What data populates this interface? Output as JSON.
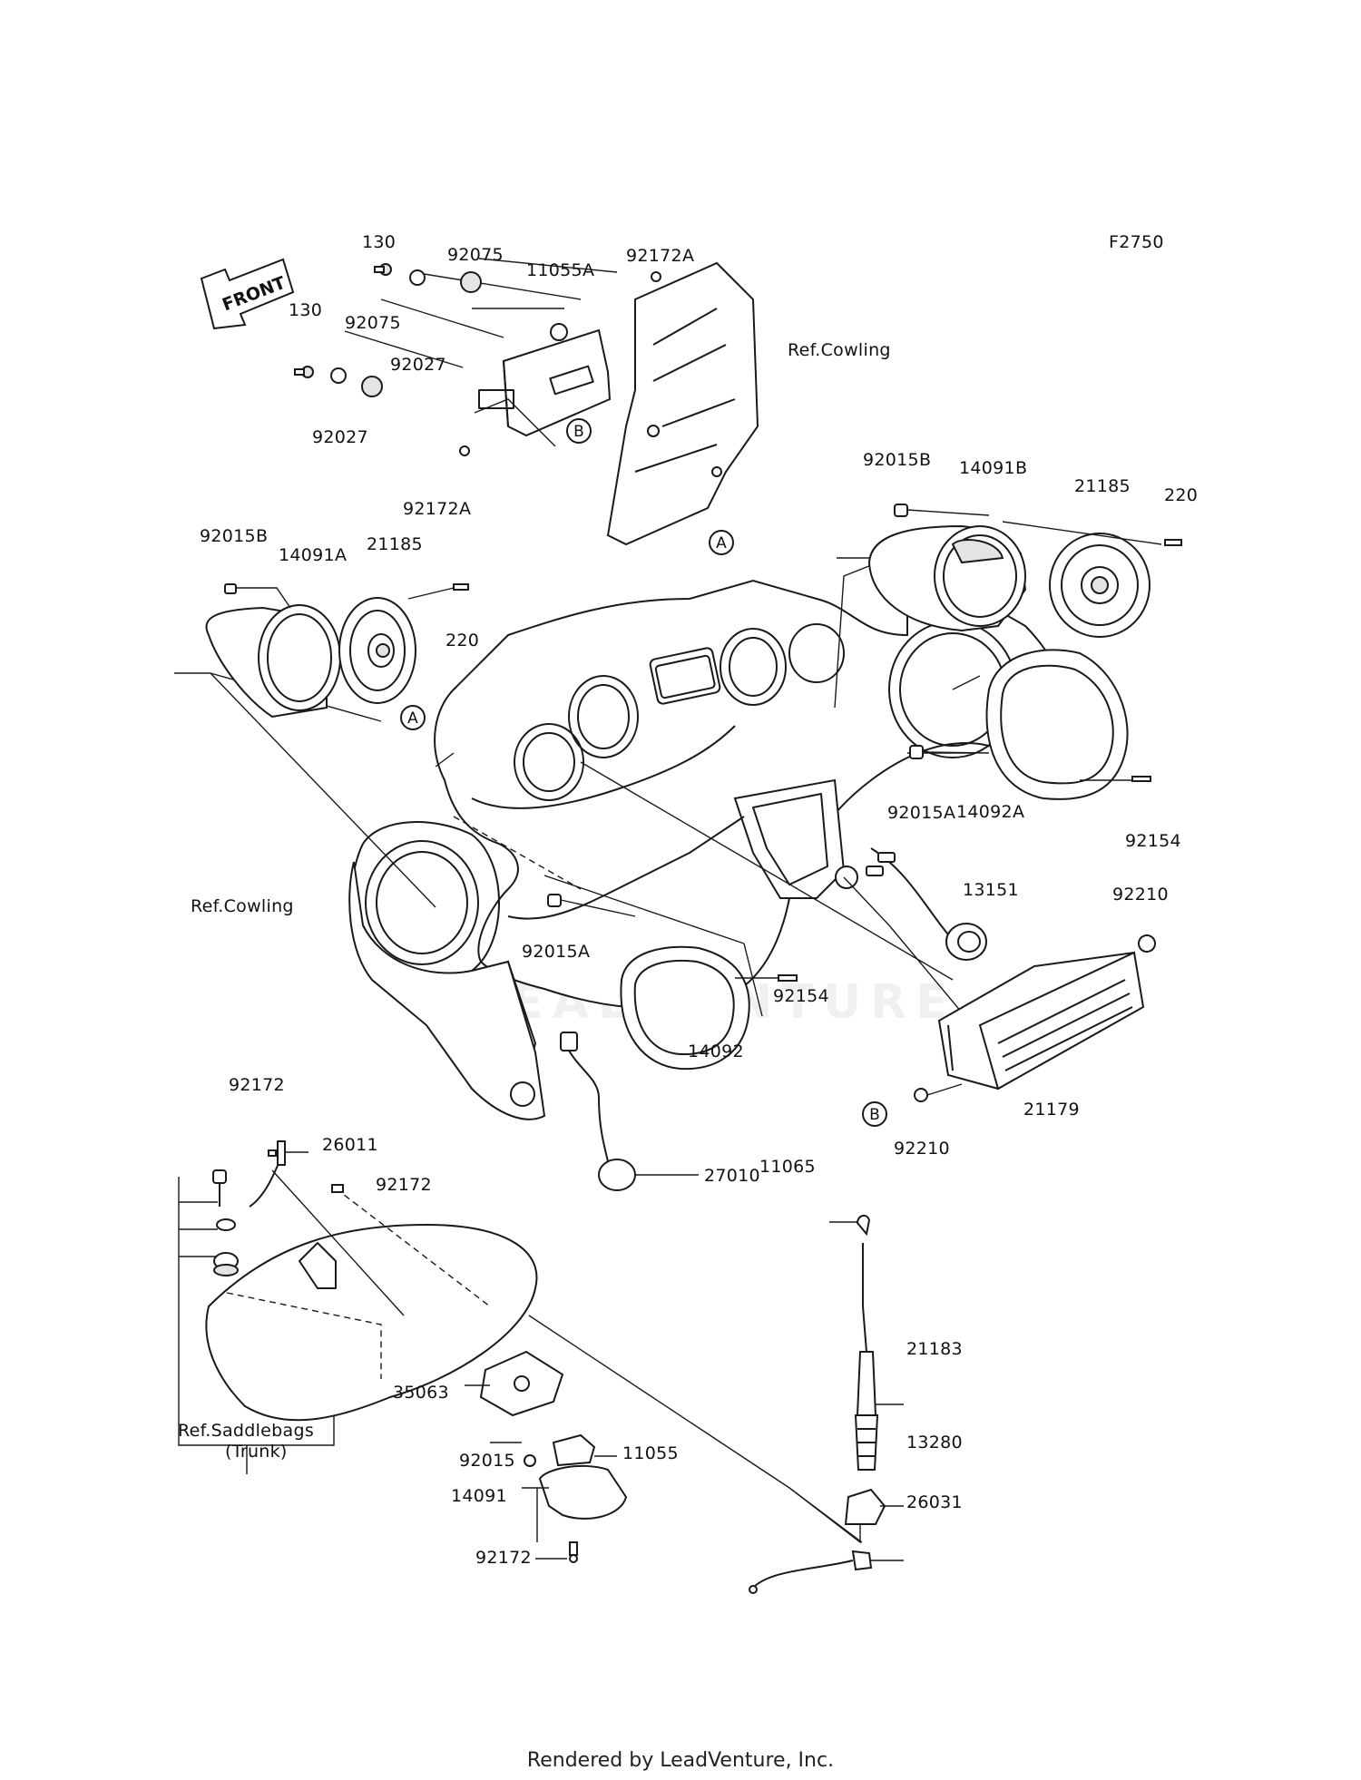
{
  "figure_code": "F2750",
  "front_label": "FRONT",
  "watermark": "LEADVENTURE",
  "footer": "Rendered by LeadVenture, Inc.",
  "ref_labels": {
    "cowling_top": "Ref.Cowling",
    "cowling_left": "Ref.Cowling",
    "saddlebags_line1": "Ref.Saddlebags",
    "saddlebags_line2": "(Trunk)"
  },
  "markers": {
    "a": "A",
    "b": "B"
  },
  "part_labels": {
    "p130_top": "130",
    "p130_left": "130",
    "p92075_top": "92075",
    "p92075_mid": "92075",
    "p92027_right": "92027",
    "p92027_left": "92027",
    "p11055A": "11055A",
    "p92172A_top": "92172A",
    "p92172A_bottom": "92172A",
    "p92015B_right": "92015B",
    "p14091B": "14091B",
    "p21185_right": "21185",
    "p220_right": "220",
    "p92015B_left": "92015B",
    "p14091A": "14091A",
    "p21185_left": "21185",
    "p220_left": "220",
    "p92015A_right": "92015A",
    "p14092A": "14092A",
    "p92154_right": "92154",
    "p13151": "13151",
    "p92210_top": "92210",
    "p92015A_left": "92015A",
    "p92154_left": "92154",
    "p14092": "14092",
    "p21179": "21179",
    "p92210_bottom": "92210",
    "p27010": "27010",
    "p92172_top": "92172",
    "p26011": "26011",
    "p92172_mid": "92172",
    "p11065": "11065",
    "p21183": "21183",
    "p35063": "35063",
    "p13280": "13280",
    "p92015": "92015",
    "p11055": "11055",
    "p14091": "14091",
    "p26031": "26031",
    "p92172_bottom": "92172"
  }
}
